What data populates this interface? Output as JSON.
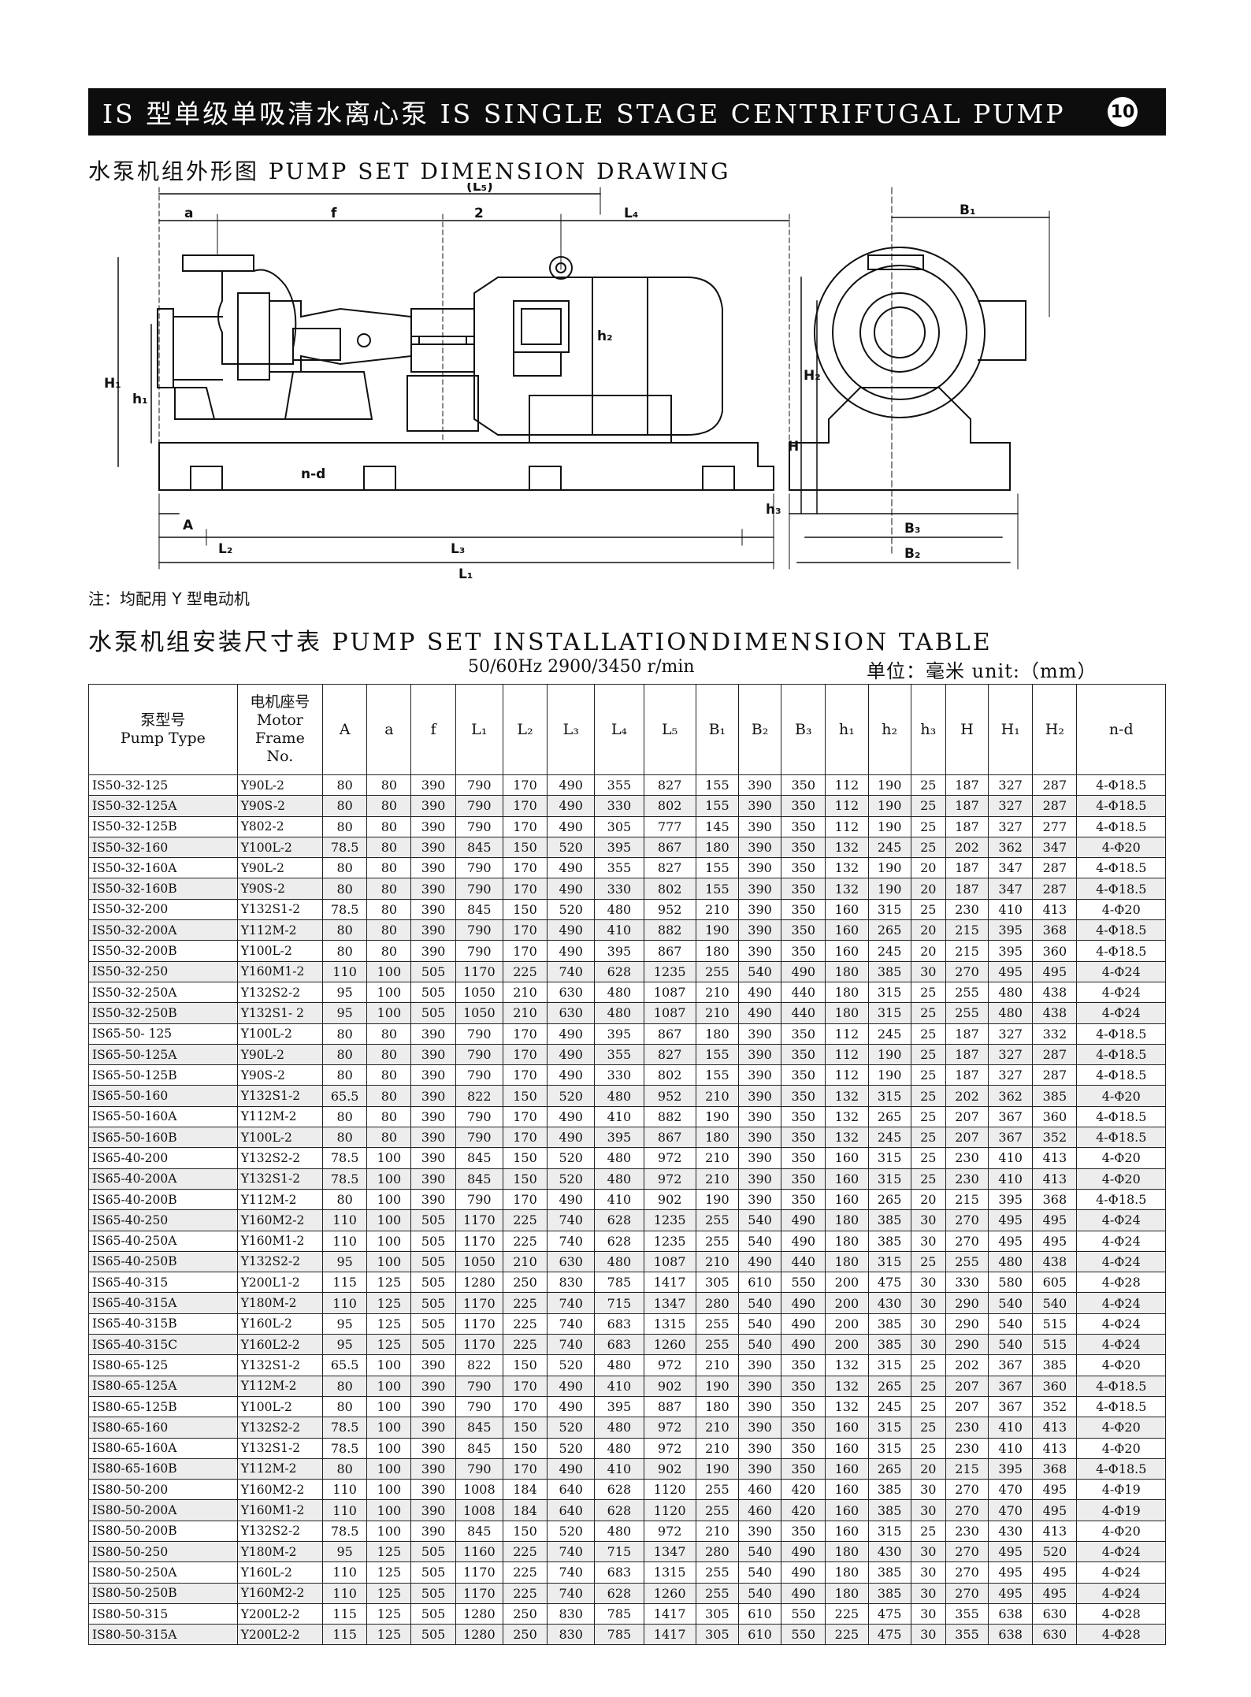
{
  "header": {
    "title": "IS 型单级单吸清水离心泵 IS SINGLE STAGE CENTRIFUGAL PUMP",
    "page_number": "10"
  },
  "drawing_section": {
    "title": "水泵机组外形图 PUMP SET DIMENSION DRAWING"
  },
  "drawing_labels": {
    "L5": "(L₅)",
    "a": "a",
    "f": "f",
    "two": "2",
    "L4": "L₄",
    "B1": "B₁",
    "H1": "H₁",
    "h1": "h₁",
    "h2": "h₂",
    "H2": "H₂",
    "H": "H",
    "h3": "h₃",
    "nd": "n-d",
    "A": "A",
    "L2": "L₂",
    "L3": "L₃",
    "L1": "L₁",
    "B3": "B₃",
    "B2": "B₂"
  },
  "note": "注：均配用 Y 型电动机",
  "table_section": {
    "title": "水泵机组安装尺寸表 PUMP SET INSTALLATIONDIMENSION TABLE",
    "rpm": "50/60Hz 2900/3450 r/min",
    "unit": "单位：毫米 unit:（mm）"
  },
  "table": {
    "headers": {
      "pump_type": [
        "泵型号",
        "Pump Type"
      ],
      "motor_frame": [
        "电机座号",
        "Motor",
        "Frame",
        "No."
      ],
      "A": "A",
      "a": "a",
      "f": "f",
      "L1": "L₁",
      "L2": "L₂",
      "L3": "L₃",
      "L4": "L₄",
      "L5": "L₅",
      "B1": "B₁",
      "B2": "B₂",
      "B3": "B₃",
      "h1": "h₁",
      "h2": "h₂",
      "h3": "h₃",
      "H": "H",
      "H1": "H₁",
      "H2": "H₂",
      "nd": "n-d"
    },
    "rows": [
      [
        "IS50-32-125",
        "Y90L-2",
        "80",
        "80",
        "390",
        "790",
        "170",
        "490",
        "355",
        "827",
        "155",
        "390",
        "350",
        "112",
        "190",
        "25",
        "187",
        "327",
        "287",
        "4-Φ18.5"
      ],
      [
        "IS50-32-125A",
        "Y90S-2",
        "80",
        "80",
        "390",
        "790",
        "170",
        "490",
        "330",
        "802",
        "155",
        "390",
        "350",
        "112",
        "190",
        "25",
        "187",
        "327",
        "287",
        "4-Φ18.5"
      ],
      [
        "IS50-32-125B",
        "Y802-2",
        "80",
        "80",
        "390",
        "790",
        "170",
        "490",
        "305",
        "777",
        "145",
        "390",
        "350",
        "112",
        "190",
        "25",
        "187",
        "327",
        "277",
        "4-Φ18.5"
      ],
      [
        "IS50-32-160",
        "Y100L-2",
        "78.5",
        "80",
        "390",
        "845",
        "150",
        "520",
        "395",
        "867",
        "180",
        "390",
        "350",
        "132",
        "245",
        "25",
        "202",
        "362",
        "347",
        "4-Φ20"
      ],
      [
        "IS50-32-160A",
        "Y90L-2",
        "80",
        "80",
        "390",
        "790",
        "170",
        "490",
        "355",
        "827",
        "155",
        "390",
        "350",
        "132",
        "190",
        "20",
        "187",
        "347",
        "287",
        "4-Φ18.5"
      ],
      [
        "IS50-32-160B",
        "Y90S-2",
        "80",
        "80",
        "390",
        "790",
        "170",
        "490",
        "330",
        "802",
        "155",
        "390",
        "350",
        "132",
        "190",
        "20",
        "187",
        "347",
        "287",
        "4-Φ18.5"
      ],
      [
        "IS50-32-200",
        "Y132S1-2",
        "78.5",
        "80",
        "390",
        "845",
        "150",
        "520",
        "480",
        "952",
        "210",
        "390",
        "350",
        "160",
        "315",
        "25",
        "230",
        "410",
        "413",
        "4-Φ20"
      ],
      [
        "IS50-32-200A",
        "Y112M-2",
        "80",
        "80",
        "390",
        "790",
        "170",
        "490",
        "410",
        "882",
        "190",
        "390",
        "350",
        "160",
        "265",
        "20",
        "215",
        "395",
        "368",
        "4-Φ18.5"
      ],
      [
        "IS50-32-200B",
        "Y100L-2",
        "80",
        "80",
        "390",
        "790",
        "170",
        "490",
        "395",
        "867",
        "180",
        "390",
        "350",
        "160",
        "245",
        "20",
        "215",
        "395",
        "360",
        "4-Φ18.5"
      ],
      [
        "IS50-32-250",
        "Y160M1-2",
        "110",
        "100",
        "505",
        "1170",
        "225",
        "740",
        "628",
        "1235",
        "255",
        "540",
        "490",
        "180",
        "385",
        "30",
        "270",
        "495",
        "495",
        "4-Φ24"
      ],
      [
        "IS50-32-250A",
        "Y132S2-2",
        "95",
        "100",
        "505",
        "1050",
        "210",
        "630",
        "480",
        "1087",
        "210",
        "490",
        "440",
        "180",
        "315",
        "25",
        "255",
        "480",
        "438",
        "4-Φ24"
      ],
      [
        "IS50-32-250B",
        "Y132S1- 2",
        "95",
        "100",
        "505",
        "1050",
        "210",
        "630",
        "480",
        "1087",
        "210",
        "490",
        "440",
        "180",
        "315",
        "25",
        "255",
        "480",
        "438",
        "4-Φ24"
      ],
      [
        "IS65-50- 125",
        "Y100L-2",
        "80",
        "80",
        "390",
        "790",
        "170",
        "490",
        "395",
        "867",
        "180",
        "390",
        "350",
        "112",
        "245",
        "25",
        "187",
        "327",
        "332",
        "4-Φ18.5"
      ],
      [
        "IS65-50-125A",
        "Y90L-2",
        "80",
        "80",
        "390",
        "790",
        "170",
        "490",
        "355",
        "827",
        "155",
        "390",
        "350",
        "112",
        "190",
        "25",
        "187",
        "327",
        "287",
        "4-Φ18.5"
      ],
      [
        "IS65-50-125B",
        "Y90S-2",
        "80",
        "80",
        "390",
        "790",
        "170",
        "490",
        "330",
        "802",
        "155",
        "390",
        "350",
        "112",
        "190",
        "25",
        "187",
        "327",
        "287",
        "4-Φ18.5"
      ],
      [
        "IS65-50-160",
        "Y132S1-2",
        "65.5",
        "80",
        "390",
        "822",
        "150",
        "520",
        "480",
        "952",
        "210",
        "390",
        "350",
        "132",
        "315",
        "25",
        "202",
        "362",
        "385",
        "4-Φ20"
      ],
      [
        "IS65-50-160A",
        "Y112M-2",
        "80",
        "80",
        "390",
        "790",
        "170",
        "490",
        "410",
        "882",
        "190",
        "390",
        "350",
        "132",
        "265",
        "25",
        "207",
        "367",
        "360",
        "4-Φ18.5"
      ],
      [
        "IS65-50-160B",
        "Y100L-2",
        "80",
        "80",
        "390",
        "790",
        "170",
        "490",
        "395",
        "867",
        "180",
        "390",
        "350",
        "132",
        "245",
        "25",
        "207",
        "367",
        "352",
        "4-Φ18.5"
      ],
      [
        "IS65-40-200",
        "Y132S2-2",
        "78.5",
        "100",
        "390",
        "845",
        "150",
        "520",
        "480",
        "972",
        "210",
        "390",
        "350",
        "160",
        "315",
        "25",
        "230",
        "410",
        "413",
        "4-Φ20"
      ],
      [
        "IS65-40-200A",
        "Y132S1-2",
        "78.5",
        "100",
        "390",
        "845",
        "150",
        "520",
        "480",
        "972",
        "210",
        "390",
        "350",
        "160",
        "315",
        "25",
        "230",
        "410",
        "413",
        "4-Φ20"
      ],
      [
        "IS65-40-200B",
        "Y112M-2",
        "80",
        "100",
        "390",
        "790",
        "170",
        "490",
        "410",
        "902",
        "190",
        "390",
        "350",
        "160",
        "265",
        "20",
        "215",
        "395",
        "368",
        "4-Φ18.5"
      ],
      [
        "IS65-40-250",
        "Y160M2-2",
        "110",
        "100",
        "505",
        "1170",
        "225",
        "740",
        "628",
        "1235",
        "255",
        "540",
        "490",
        "180",
        "385",
        "30",
        "270",
        "495",
        "495",
        "4-Φ24"
      ],
      [
        "IS65-40-250A",
        "Y160M1-2",
        "110",
        "100",
        "505",
        "1170",
        "225",
        "740",
        "628",
        "1235",
        "255",
        "540",
        "490",
        "180",
        "385",
        "30",
        "270",
        "495",
        "495",
        "4-Φ24"
      ],
      [
        "IS65-40-250B",
        "Y132S2-2",
        "95",
        "100",
        "505",
        "1050",
        "210",
        "630",
        "480",
        "1087",
        "210",
        "490",
        "440",
        "180",
        "315",
        "25",
        "255",
        "480",
        "438",
        "4-Φ24"
      ],
      [
        "IS65-40-315",
        "Y200L1-2",
        "115",
        "125",
        "505",
        "1280",
        "250",
        "830",
        "785",
        "1417",
        "305",
        "610",
        "550",
        "200",
        "475",
        "30",
        "330",
        "580",
        "605",
        "4-Φ28"
      ],
      [
        "IS65-40-315A",
        "Y180M-2",
        "110",
        "125",
        "505",
        "1170",
        "225",
        "740",
        "715",
        "1347",
        "280",
        "540",
        "490",
        "200",
        "430",
        "30",
        "290",
        "540",
        "540",
        "4-Φ24"
      ],
      [
        "IS65-40-315B",
        "Y160L-2",
        "95",
        "125",
        "505",
        "1170",
        "225",
        "740",
        "683",
        "1315",
        "255",
        "540",
        "490",
        "200",
        "385",
        "30",
        "290",
        "540",
        "515",
        "4-Φ24"
      ],
      [
        "IS65-40-315C",
        "Y160L2-2",
        "95",
        "125",
        "505",
        "1170",
        "225",
        "740",
        "683",
        "1260",
        "255",
        "540",
        "490",
        "200",
        "385",
        "30",
        "290",
        "540",
        "515",
        "4-Φ24"
      ],
      [
        "IS80-65-125",
        "Y132S1-2",
        "65.5",
        "100",
        "390",
        "822",
        "150",
        "520",
        "480",
        "972",
        "210",
        "390",
        "350",
        "132",
        "315",
        "25",
        "202",
        "367",
        "385",
        "4-Φ20"
      ],
      [
        "IS80-65-125A",
        "Y112M-2",
        "80",
        "100",
        "390",
        "790",
        "170",
        "490",
        "410",
        "902",
        "190",
        "390",
        "350",
        "132",
        "265",
        "25",
        "207",
        "367",
        "360",
        "4-Φ18.5"
      ],
      [
        "IS80-65-125B",
        "Y100L-2",
        "80",
        "100",
        "390",
        "790",
        "170",
        "490",
        "395",
        "887",
        "180",
        "390",
        "350",
        "132",
        "245",
        "25",
        "207",
        "367",
        "352",
        "4-Φ18.5"
      ],
      [
        "IS80-65-160",
        "Y132S2-2",
        "78.5",
        "100",
        "390",
        "845",
        "150",
        "520",
        "480",
        "972",
        "210",
        "390",
        "350",
        "160",
        "315",
        "25",
        "230",
        "410",
        "413",
        "4-Φ20"
      ],
      [
        "IS80-65-160A",
        "Y132S1-2",
        "78.5",
        "100",
        "390",
        "845",
        "150",
        "520",
        "480",
        "972",
        "210",
        "390",
        "350",
        "160",
        "315",
        "25",
        "230",
        "410",
        "413",
        "4-Φ20"
      ],
      [
        "IS80-65-160B",
        "Y112M-2",
        "80",
        "100",
        "390",
        "790",
        "170",
        "490",
        "410",
        "902",
        "190",
        "390",
        "350",
        "160",
        "265",
        "20",
        "215",
        "395",
        "368",
        "4-Φ18.5"
      ],
      [
        "IS80-50-200",
        "Y160M2-2",
        "110",
        "100",
        "390",
        "1008",
        "184",
        "640",
        "628",
        "1120",
        "255",
        "460",
        "420",
        "160",
        "385",
        "30",
        "270",
        "470",
        "495",
        "4-Φ19"
      ],
      [
        "IS80-50-200A",
        "Y160M1-2",
        "110",
        "100",
        "390",
        "1008",
        "184",
        "640",
        "628",
        "1120",
        "255",
        "460",
        "420",
        "160",
        "385",
        "30",
        "270",
        "470",
        "495",
        "4-Φ19"
      ],
      [
        "IS80-50-200B",
        "Y132S2-2",
        "78.5",
        "100",
        "390",
        "845",
        "150",
        "520",
        "480",
        "972",
        "210",
        "390",
        "350",
        "160",
        "315",
        "25",
        "230",
        "430",
        "413",
        "4-Φ20"
      ],
      [
        "IS80-50-250",
        "Y180M-2",
        "95",
        "125",
        "505",
        "1160",
        "225",
        "740",
        "715",
        "1347",
        "280",
        "540",
        "490",
        "180",
        "430",
        "30",
        "270",
        "495",
        "520",
        "4-Φ24"
      ],
      [
        "IS80-50-250A",
        "Y160L-2",
        "110",
        "125",
        "505",
        "1170",
        "225",
        "740",
        "683",
        "1315",
        "255",
        "540",
        "490",
        "180",
        "385",
        "30",
        "270",
        "495",
        "495",
        "4-Φ24"
      ],
      [
        "IS80-50-250B",
        "Y160M2-2",
        "110",
        "125",
        "505",
        "1170",
        "225",
        "740",
        "628",
        "1260",
        "255",
        "540",
        "490",
        "180",
        "385",
        "30",
        "270",
        "495",
        "495",
        "4-Φ24"
      ],
      [
        "IS80-50-315",
        "Y200L2-2",
        "115",
        "125",
        "505",
        "1280",
        "250",
        "830",
        "785",
        "1417",
        "305",
        "610",
        "550",
        "225",
        "475",
        "30",
        "355",
        "638",
        "630",
        "4-Φ28"
      ],
      [
        "IS80-50-315A",
        "Y200L2-2",
        "115",
        "125",
        "505",
        "1280",
        "250",
        "830",
        "785",
        "1417",
        "305",
        "610",
        "550",
        "225",
        "475",
        "30",
        "355",
        "638",
        "630",
        "4-Φ28"
      ]
    ]
  }
}
